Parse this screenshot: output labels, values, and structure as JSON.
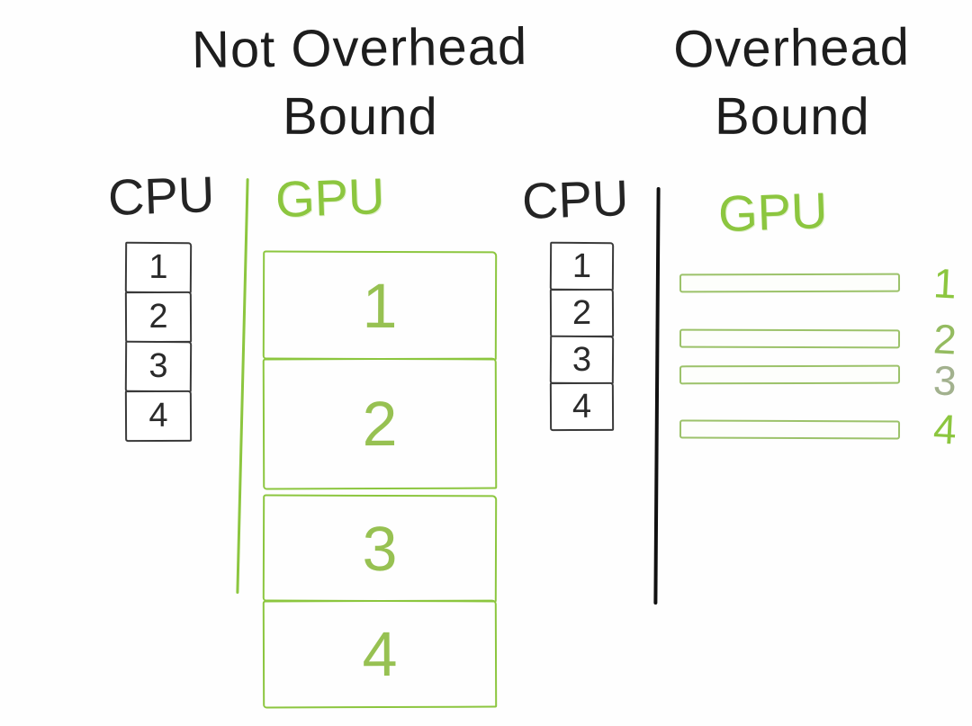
{
  "colors": {
    "ink_black": "#1d1d1d",
    "marker_green": "#8cc63f",
    "muted_green": "#a2b18e"
  },
  "left_panel": {
    "title_line1": "Not Overhead",
    "title_line2": "Bound",
    "cpu_label": "CPU",
    "gpu_label": "GPU",
    "cpu_queue": [
      "1",
      "2",
      "3",
      "4"
    ],
    "gpu_queue": [
      "1",
      "2",
      "3",
      "4"
    ]
  },
  "right_panel": {
    "title_line1": "Overhead",
    "title_line2": "Bound",
    "cpu_label": "CPU",
    "gpu_label": "GPU",
    "cpu_queue": [
      "1",
      "2",
      "3",
      "4"
    ],
    "gpu_bars": [
      "1",
      "2",
      "3",
      "4"
    ]
  }
}
